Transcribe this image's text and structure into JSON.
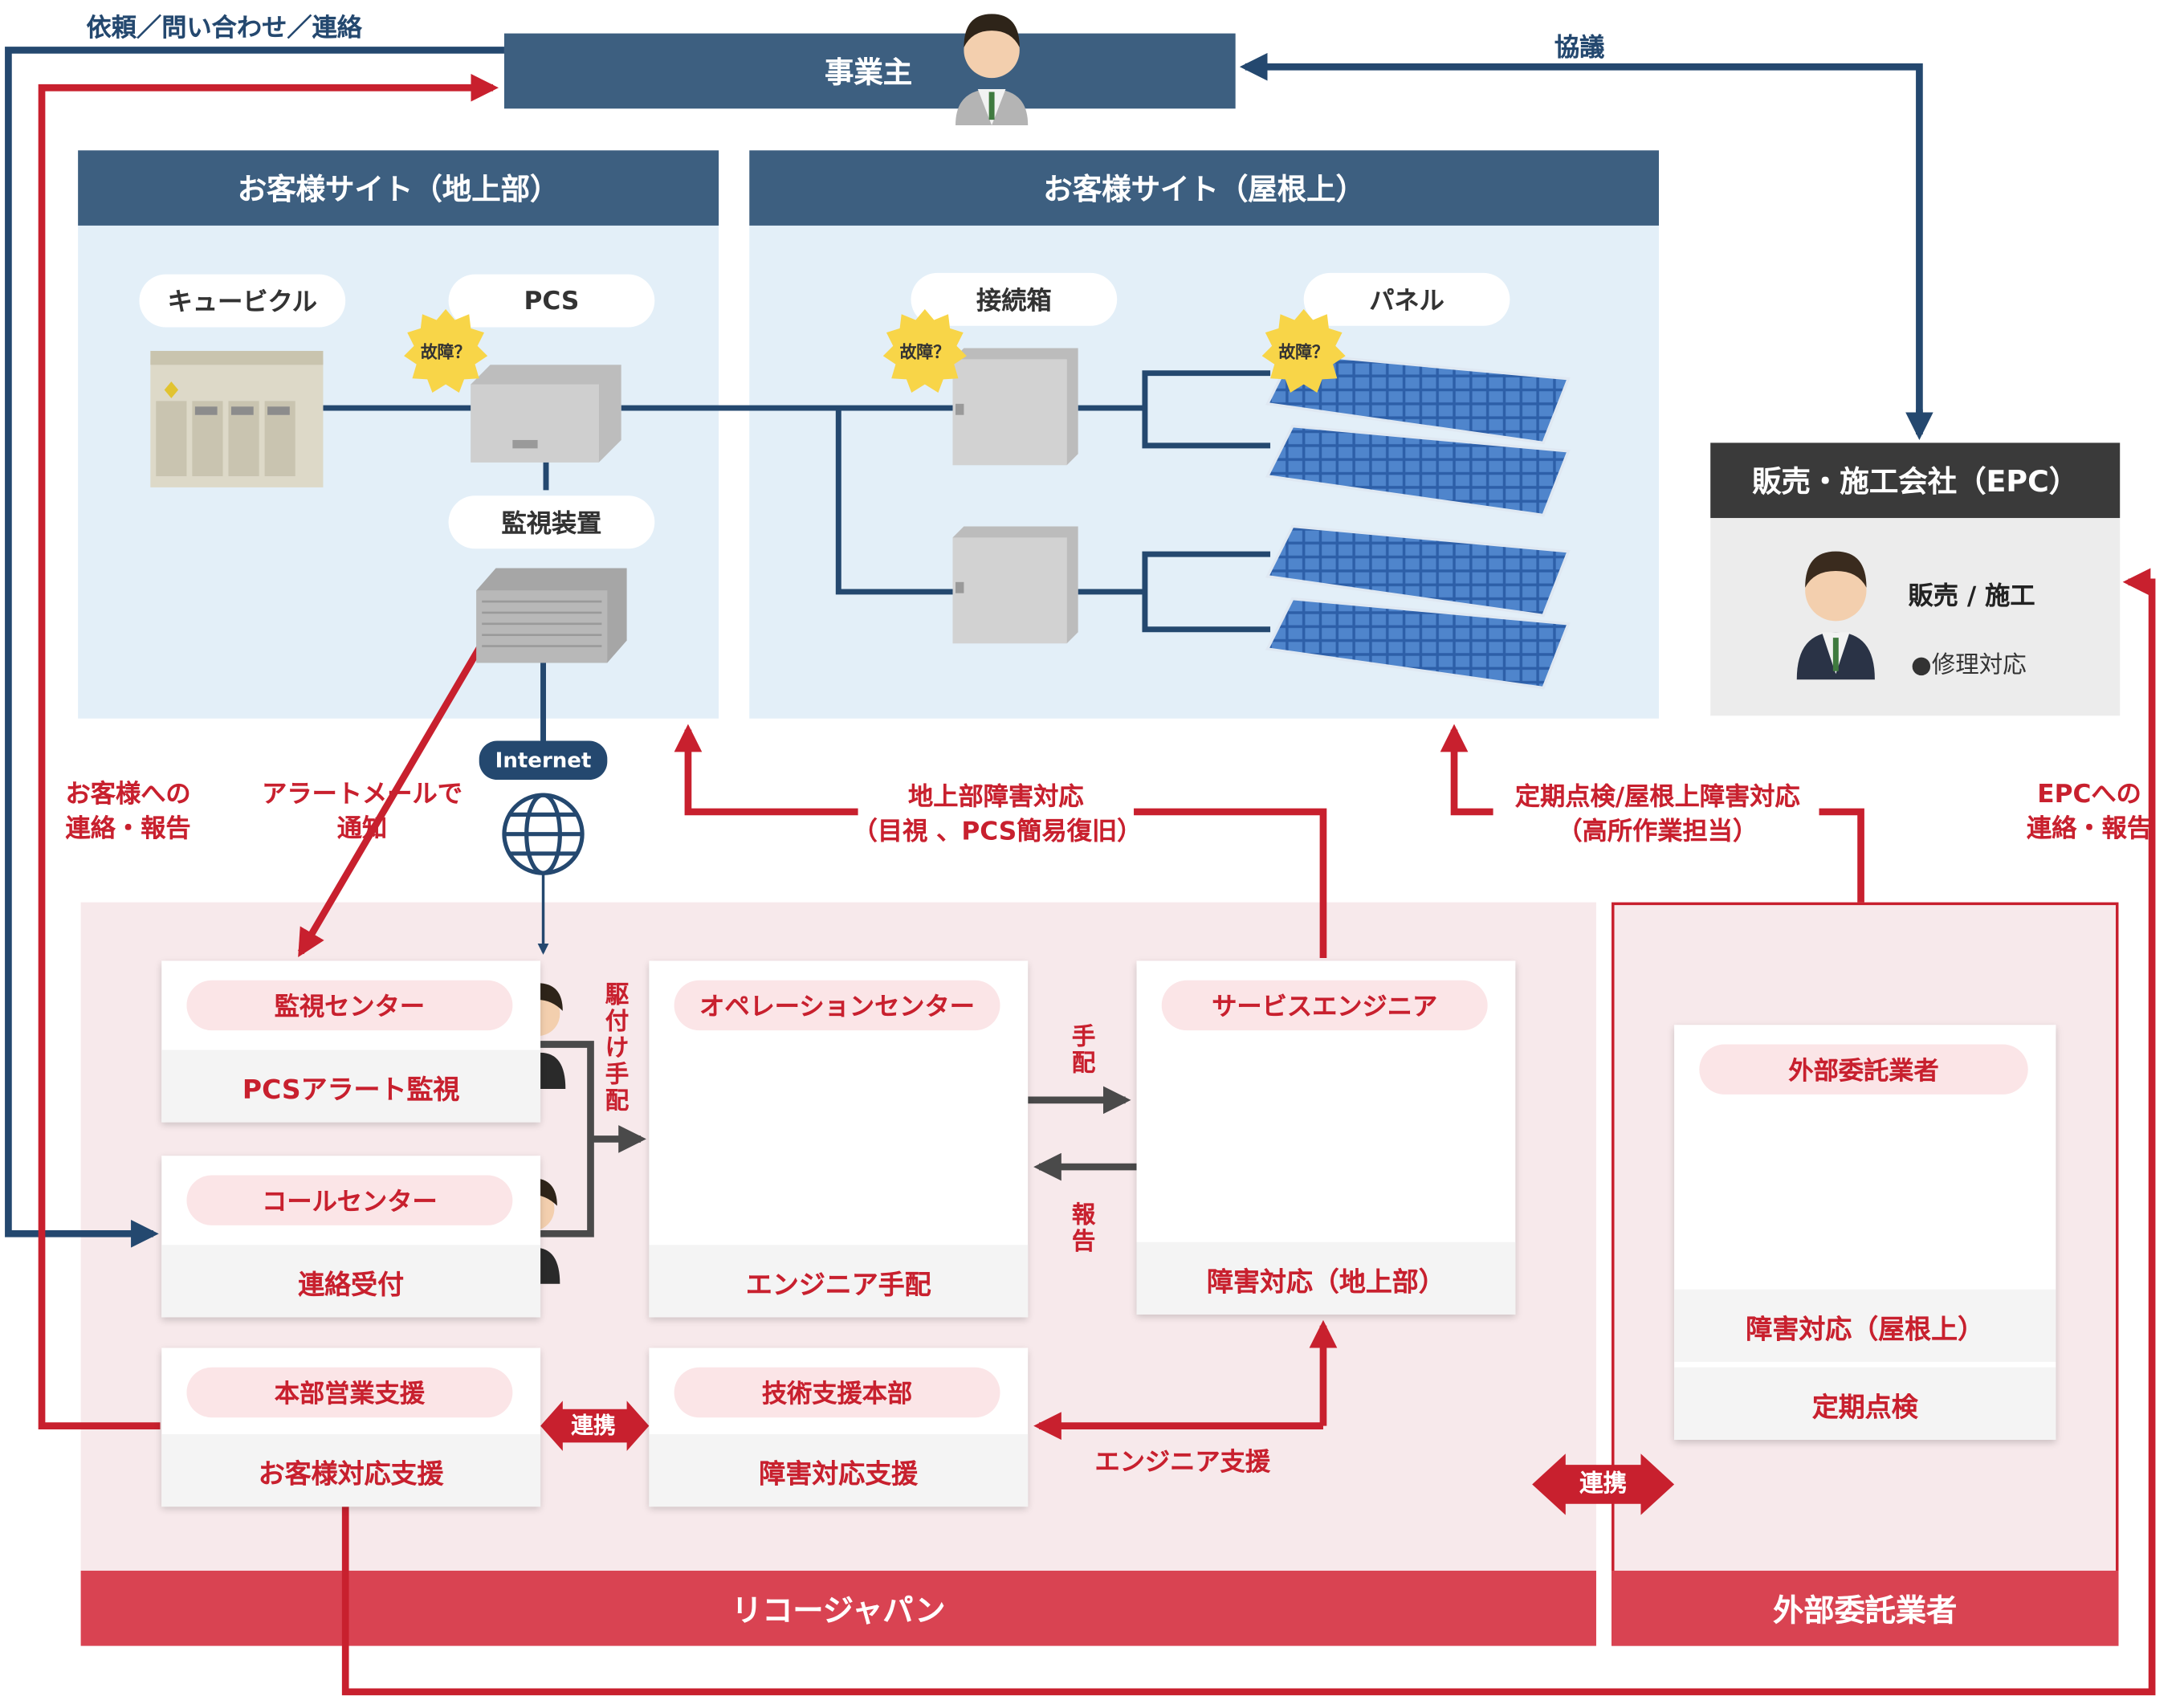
{
  "top": {
    "owner": "事業主"
  },
  "sites": {
    "ground": "お客様サイト（地上部）",
    "roof": "お客様サイト（屋根上）"
  },
  "equipment": {
    "cubicle": "キュービクル",
    "pcs": "PCS",
    "monitor_device": "監視装置",
    "junction_box": "接続箱",
    "panel": "パネル",
    "fault": "故障？",
    "internet": "Internet"
  },
  "epc": {
    "title": "販売・施工会社（EPC）",
    "role": "販売 / 施工",
    "task": "●修理対応"
  },
  "flows": {
    "request": "依頼／問い合わせ／連絡",
    "consult": "協議",
    "customer_report_1": "お客様への",
    "customer_report_2": "連絡・報告",
    "alert_mail_1": "アラートメールで",
    "alert_mail_2": "通知",
    "ground_response_1": "地上部障害対応",
    "ground_response_2": "（目視 、PCS簡易復旧）",
    "periodic_1": "定期点検/屋根上障害対応",
    "periodic_2": "（高所作業担当）",
    "epc_report_1": "EPCへの",
    "epc_report_2": "連絡・報告",
    "dispatch_rush": "駆付け手配",
    "dispatch": "手配",
    "report": "報告",
    "engineer_support": "エンジニア支援",
    "link": "連携"
  },
  "cards": {
    "monitoring": {
      "title": "監視センター",
      "sub": "PCSアラート監視"
    },
    "call": {
      "title": "コールセンター",
      "sub": "連絡受付"
    },
    "sales": {
      "title": "本部営業支援",
      "sub": "お客様対応支援"
    },
    "operation": {
      "title": "オペレーションセンター",
      "sub": "エンジニア手配"
    },
    "tech": {
      "title": "技術支援本部",
      "sub": "障害対応支援"
    },
    "service": {
      "title": "サービスエンジニア",
      "sub": "障害対応（地上部）"
    },
    "outsource": {
      "title": "外部委託業者",
      "sub1": "障害対応（屋根上）",
      "sub2": "定期点検"
    }
  },
  "footer": {
    "ricoh": "リコージャパン",
    "outsource": "外部委託業者"
  },
  "colors": {
    "navy": "#24486f",
    "header": "#3d5f80",
    "red": "#c8202e",
    "pink_bg": "#f7e9eb",
    "footer_red": "#d94352",
    "site_bg": "#e3eff8"
  }
}
